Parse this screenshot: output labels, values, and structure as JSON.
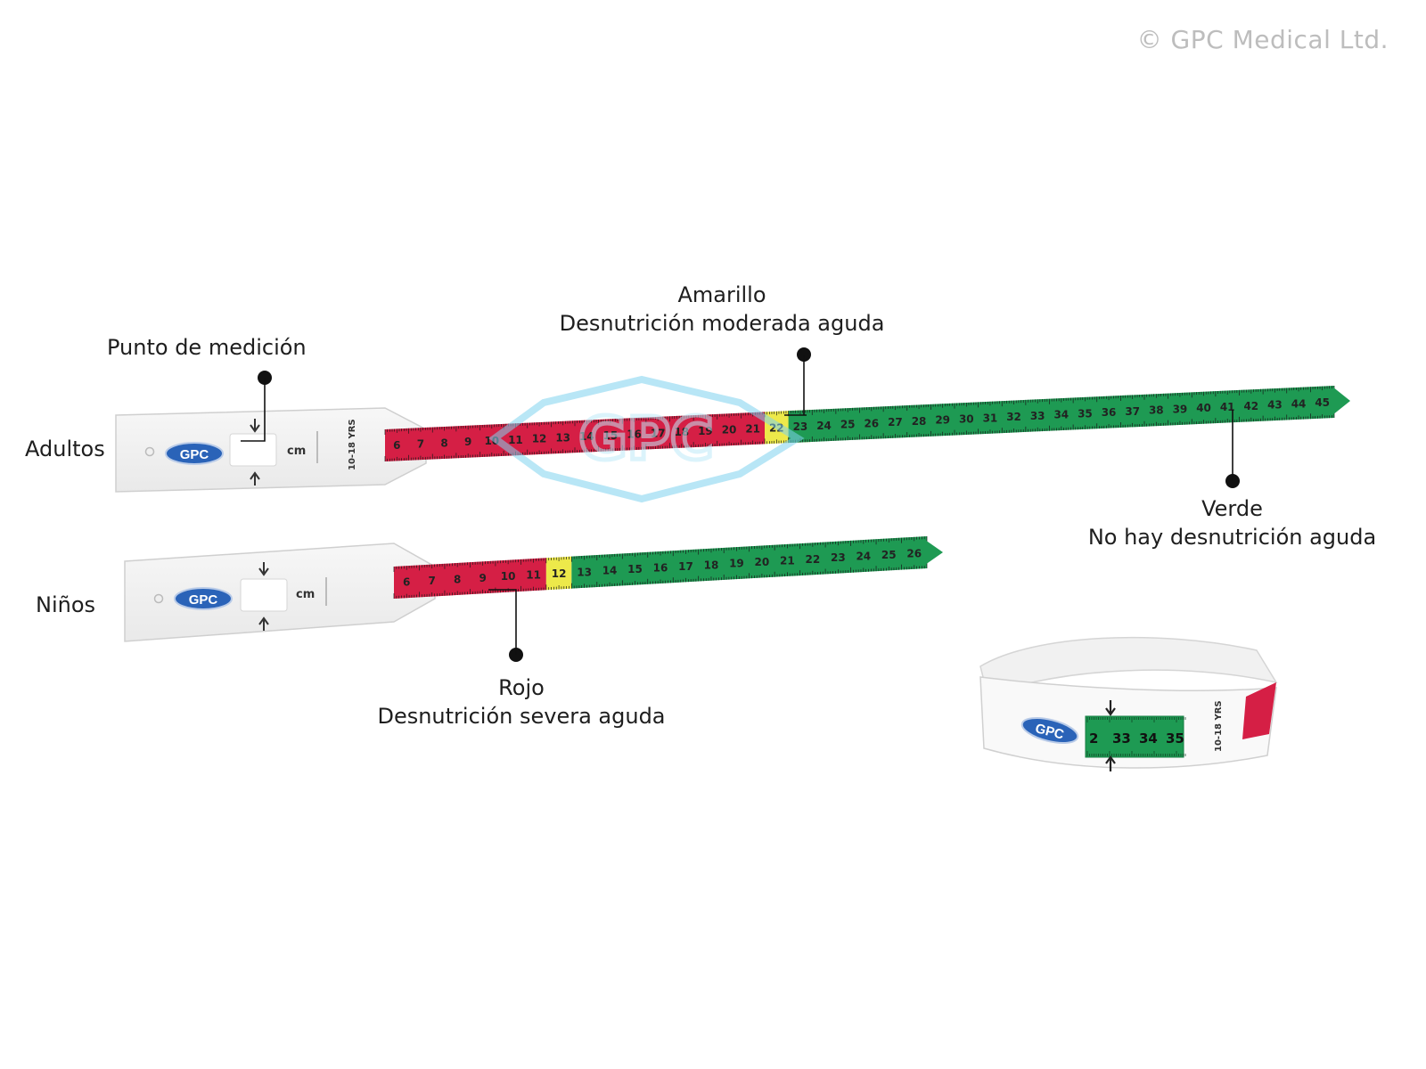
{
  "copyright": "© GPC Medical Ltd.",
  "labels": {
    "measure_point": "Punto de medición",
    "adults": "Adultos",
    "children": "Niños",
    "yellow_title": "Amarillo",
    "yellow_desc": "Desnutrición moderada aguda",
    "green_title": "Verde",
    "green_desc": "No hay desnutrición aguda",
    "red_title": "Rojo",
    "red_desc": "Desnutrición severa aguda"
  },
  "tape_text": {
    "brand": "GPC",
    "unit": "cm",
    "age_range": "10-18 YRS",
    "watermark": "GPC"
  },
  "adult_tape": {
    "numbers": [
      "6",
      "7",
      "8",
      "9",
      "10",
      "11",
      "12",
      "13",
      "14",
      "15",
      "16",
      "17",
      "18",
      "19",
      "20",
      "21",
      "22",
      "23",
      "24",
      "25",
      "26",
      "27",
      "28",
      "29",
      "30",
      "31",
      "32",
      "33",
      "34",
      "35",
      "36",
      "37",
      "38",
      "39",
      "40",
      "41",
      "42",
      "43",
      "44",
      "45"
    ],
    "zones": [
      {
        "color": "#d51f45",
        "from": "6",
        "to": "21"
      },
      {
        "color": "#ede94a",
        "from": "22",
        "to": "23"
      },
      {
        "color": "#1e9a53",
        "from": "23",
        "to": "45"
      }
    ]
  },
  "child_tape": {
    "numbers": [
      "6",
      "7",
      "8",
      "9",
      "10",
      "11",
      "12",
      "13",
      "14",
      "15",
      "16",
      "17",
      "18",
      "19",
      "20",
      "21",
      "22",
      "23",
      "24",
      "25",
      "26"
    ],
    "zones": [
      {
        "color": "#d51f45",
        "from": "6",
        "to": "11"
      },
      {
        "color": "#ede94a",
        "from": "12",
        "to": "12"
      },
      {
        "color": "#1e9a53",
        "from": "13",
        "to": "26"
      }
    ]
  },
  "band_window": {
    "numbers": [
      "2",
      "33",
      "34",
      "35"
    ]
  },
  "colors": {
    "red": "#d51f45",
    "yellow": "#ede94a",
    "green": "#1e9a53",
    "brand_blue": "#2a63b8",
    "watermark": "#7fd3ef"
  }
}
